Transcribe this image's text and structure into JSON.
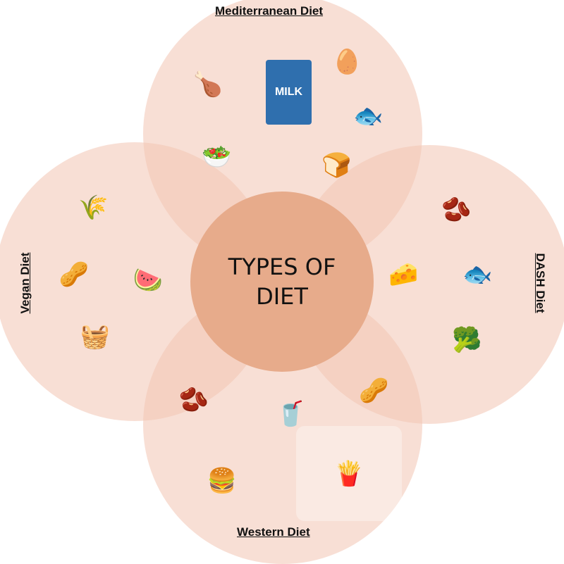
{
  "center": {
    "line1": "TYPES OF",
    "line2": "DIET"
  },
  "colors": {
    "petal": "#f3c4b2",
    "hub": "#e7ab8b",
    "text": "#111111"
  },
  "petals": {
    "top": {
      "label": "Mediterranean Diet",
      "items": [
        {
          "name": "chicken",
          "glyph": "🍗"
        },
        {
          "name": "milk carton",
          "glyph": "🥛",
          "text": "MILK"
        },
        {
          "name": "eggs",
          "glyph": "🥚"
        },
        {
          "name": "fish",
          "glyph": "🐟"
        },
        {
          "name": "fruits and vegetables",
          "glyph": "🥗"
        },
        {
          "name": "bread loaf",
          "glyph": "🍞"
        }
      ]
    },
    "left": {
      "label": "Vegan Diet",
      "items": [
        {
          "name": "grains and seeds",
          "glyph": "🌾"
        },
        {
          "name": "mixed nuts",
          "glyph": "🥜"
        },
        {
          "name": "fruit salad",
          "glyph": "🍉"
        },
        {
          "name": "fruit basket",
          "glyph": "🧺"
        }
      ]
    },
    "right": {
      "label": "DASH Diet",
      "items": [
        {
          "name": "legumes",
          "glyph": "🫘"
        },
        {
          "name": "cheese slices",
          "glyph": "🧀"
        },
        {
          "name": "fish",
          "glyph": "🐟"
        },
        {
          "name": "fruits and vegetables",
          "glyph": "🥦"
        }
      ]
    },
    "bottom": {
      "label": "Western Diet",
      "items": [
        {
          "name": "legumes",
          "glyph": "🫘"
        },
        {
          "name": "soft drink bottles",
          "glyph": "🥤"
        },
        {
          "name": "mixed nuts",
          "glyph": "🥜"
        },
        {
          "name": "cheeseburger",
          "glyph": "🍔"
        },
        {
          "name": "fries",
          "glyph": "🍟"
        }
      ]
    }
  }
}
